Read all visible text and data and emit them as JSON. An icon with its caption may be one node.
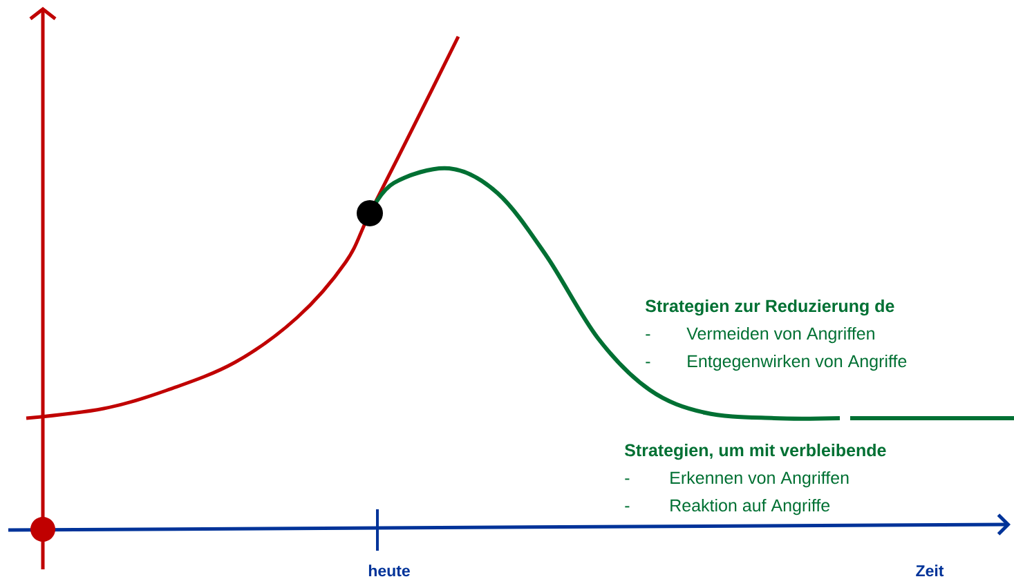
{
  "diagram": {
    "labels": [
      "Strategien zur Reduzierung de",
      "-",
      "Vermeiden von Angriffen",
      "-",
      "Entgegenwirken von Angriffe",
      "Strategien, um mit verbleibende",
      "-",
      "Erkennen von Angriffen",
      "-",
      "Reaktion auf Angriffe",
      "heute",
      "Zeit"
    ]
  }
}
